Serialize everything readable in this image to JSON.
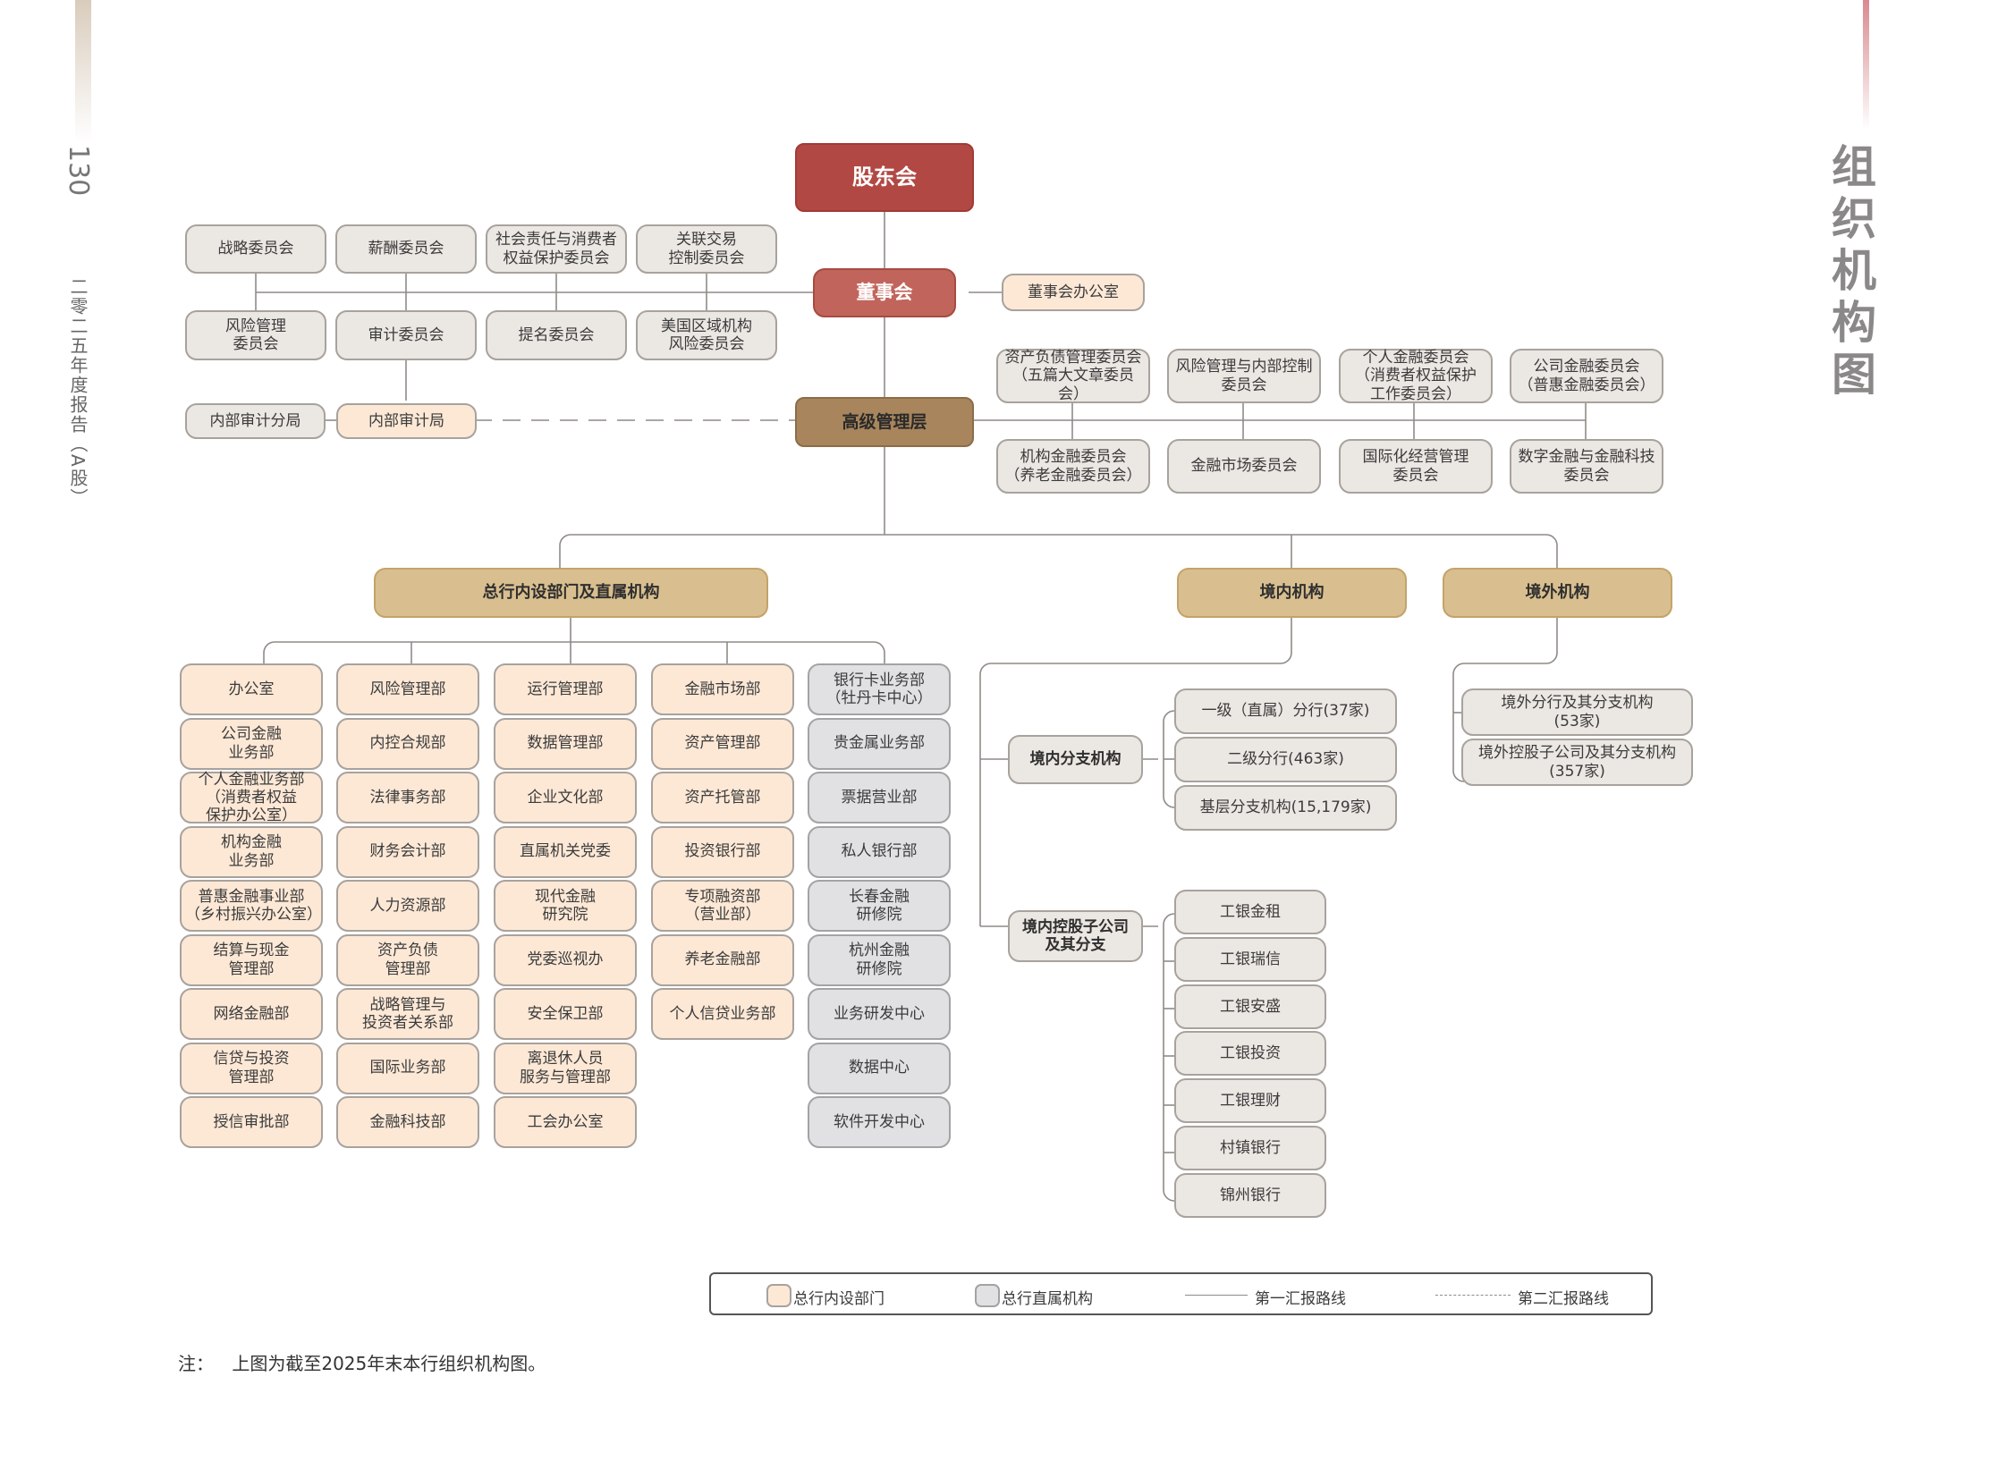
{
  "page": {
    "number": "130",
    "report_title": "二零二五年度报告（A股）",
    "section_title": "组织机构图",
    "note_label": "注：",
    "note_text": "上图为截至2025年末本行组织机构图。"
  },
  "colors": {
    "shareholders": "#b24843",
    "board": "#c1655c",
    "senior_management": "#a8855c",
    "division_header": "#d9bf8f",
    "head_office_department": "#fde8d6",
    "directly_affiliated": "#e1e1e3",
    "committee": "#ebe7e3"
  },
  "top": {
    "shareholders": "股东会",
    "board": "董事会",
    "board_office": "董事会办公室",
    "senior_management": "高级管理层"
  },
  "board_committees": {
    "row1": [
      "战略委员会",
      "薪酬委员会",
      "社会责任与消费者\n权益保护委员会",
      "关联交易\n控制委员会"
    ],
    "row2": [
      "风险管理\n委员会",
      "审计委员会",
      "提名委员会",
      "美国区域机构\n风险委员会"
    ]
  },
  "audit": {
    "branch": "内部审计分局",
    "bureau": "内部审计局"
  },
  "management_committees": {
    "row1": [
      "资产负债管理委员会\n（五篇大文章委员会）",
      "风险管理与内部控制\n委员会",
      "个人金融委员会\n（消费者权益保护\n工作委员会）",
      "公司金融委员会\n（普惠金融委员会）"
    ],
    "row2": [
      "机构金融委员会\n（养老金融委员会）",
      "金融市场委员会",
      "国际化经营管理\n委员会",
      "数字金融与金融科技\n委员会"
    ]
  },
  "divisions": {
    "head_office": "总行内设部门及直属机构",
    "domestic": "境内机构",
    "overseas": "境外机构"
  },
  "head_office_columns": [
    [
      "办公室",
      "公司金融\n业务部",
      "个人金融业务部\n（消费者权益\n保护办公室）",
      "机构金融\n业务部",
      "普惠金融事业部\n（乡村振兴办公室）",
      "结算与现金\n管理部",
      "网络金融部",
      "信贷与投资\n管理部",
      "授信审批部"
    ],
    [
      "风险管理部",
      "内控合规部",
      "法律事务部",
      "财务会计部",
      "人力资源部",
      "资产负债\n管理部",
      "战略管理与\n投资者关系部",
      "国际业务部",
      "金融科技部"
    ],
    [
      "运行管理部",
      "数据管理部",
      "企业文化部",
      "直属机关党委",
      "现代金融\n研究院",
      "党委巡视办",
      "安全保卫部",
      "离退休人员\n服务与管理部",
      "工会办公室"
    ],
    [
      "金融市场部",
      "资产管理部",
      "资产托管部",
      "投资银行部",
      "专项融资部\n（营业部）",
      "养老金融部",
      "个人信贷业务部"
    ]
  ],
  "affiliated_column": [
    "银行卡业务部\n（牡丹卡中心）",
    "贵金属业务部",
    "票据营业部",
    "私人银行部",
    "长春金融\n研修院",
    "杭州金融\n研修院",
    "业务研发中心",
    "数据中心",
    "软件开发中心"
  ],
  "domestic": {
    "branches_label": "境内分支机构",
    "branches": [
      "一级（直属）分行(37家)",
      "二级分行(463家)",
      "基层分支机构(15,179家)"
    ],
    "subsidiaries_label": "境内控股子公司\n及其分支",
    "subsidiaries": [
      "工银金租",
      "工银瑞信",
      "工银安盛",
      "工银投资",
      "工银理财",
      "村镇银行",
      "锦州银行"
    ]
  },
  "overseas": {
    "items": [
      "境外分行及其分支机构\n(53家)",
      "境外控股子公司及其分支机构\n(357家)"
    ]
  },
  "legend": {
    "head_office_department": "总行内设部门",
    "directly_affiliated": "总行直属机构",
    "first_reporting_line": "第一汇报路线",
    "second_reporting_line": "第二汇报路线"
  }
}
